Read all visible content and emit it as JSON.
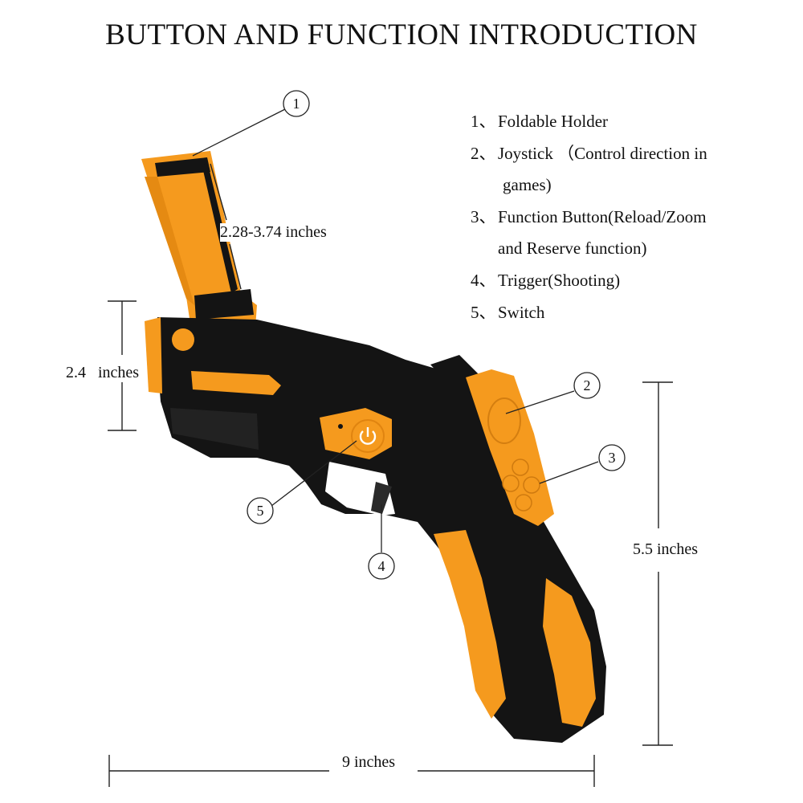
{
  "title": "BUTTON AND FUNCTION INTRODUCTION",
  "legend": [
    {
      "num": "1、",
      "text": "Foldable Holder"
    },
    {
      "num": "2、",
      "text": "Joystick （Control direction in",
      "cont": "games)"
    },
    {
      "num": "3、",
      "text": "Function Button(Reload/Zoom",
      "cont": "and Reserve function)"
    },
    {
      "num": "4、",
      "text": "Trigger(Shooting)"
    },
    {
      "num": "5、",
      "text": "Switch"
    }
  ],
  "callouts": [
    "1",
    "2",
    "3",
    "4",
    "5"
  ],
  "dimensions": {
    "holder": "2.28-3.74  inches",
    "height": "2.4   inches",
    "grip": "5.5 inches",
    "length": "9 inches"
  },
  "colors": {
    "orange": "#F59A1E",
    "black": "#141414",
    "line": "#222222"
  }
}
